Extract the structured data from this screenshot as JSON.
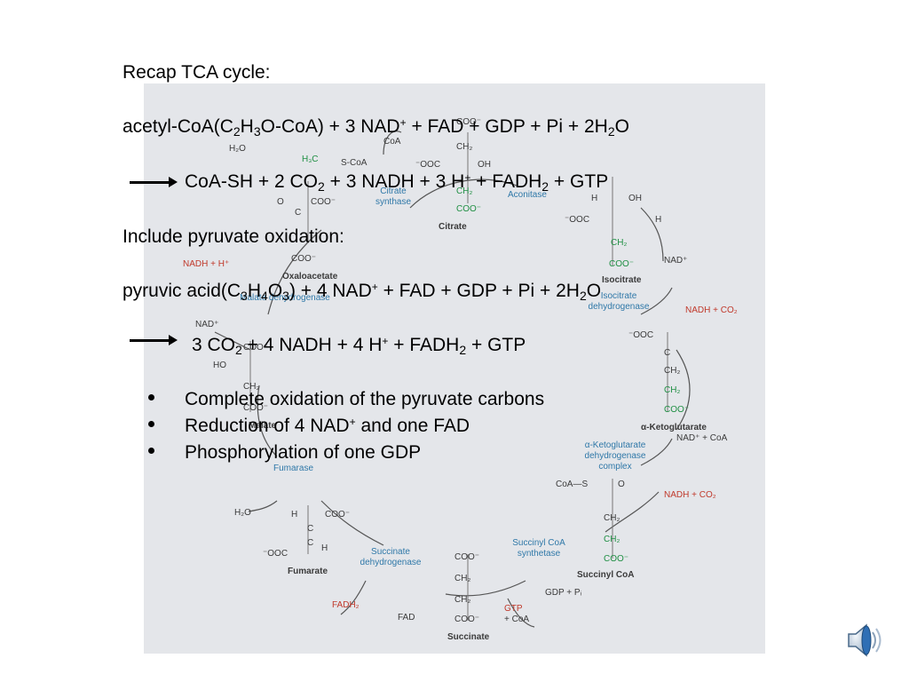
{
  "slide": {
    "title": "Recap TCA cycle:",
    "eq1_reactants": [
      "acetyl-CoA(C",
      "2",
      "H",
      "3",
      "O-CoA) + 3 NAD",
      "+",
      " + FAD + GDP + Pi + 2H",
      "2",
      "O"
    ],
    "eq1_products": [
      "CoA-SH + 2 CO",
      "2",
      " + 3 NADH + 3 H",
      "+",
      " + FADH",
      "2",
      " + GTP"
    ],
    "include": "Include pyruvate oxidation:",
    "eq2_reactants": [
      "pyruvic acid(C",
      "3",
      "H",
      "4",
      "O",
      "3",
      ") + 4 NAD",
      "+",
      " + FAD + GDP + Pi + 2H",
      "2",
      "O"
    ],
    "eq2_products": [
      "3 CO",
      "2",
      " + 4 NADH + 4 H",
      "+",
      " + FADH",
      "2",
      " + GTP"
    ],
    "bullets": [
      [
        "Complete oxidation of the pyruvate carbons"
      ],
      [
        "Reduction of 4 NAD",
        "+",
        " and one FAD"
      ],
      [
        "Phosphorylation of one GDP"
      ]
    ]
  },
  "figure": {
    "compounds": [
      "Citrate",
      "Isocitrate",
      "α-Ketoglutarate",
      "Succinyl CoA",
      "Succinate",
      "Fumarate",
      "Malate",
      "Oxaloacetate"
    ],
    "enzymes": [
      "Citrate synthase",
      "Aconitase",
      "Isocitrate dehydrogenase",
      "α-Ketoglutarate dehydrogenase complex",
      "Succinyl CoA synthetase",
      "Succinate dehydrogenase",
      "Fumarase",
      "Malate dehydrogenase"
    ],
    "cofactors": {
      "nad_plus": "NAD⁺",
      "nadh_co2": "NADH + CO₂",
      "nadh_hplus": "NADH + H⁺",
      "nad_coa": "NAD⁺ + CoA",
      "gdp_pi": "GDP + Pᵢ",
      "gtp": "GTP",
      "coa": "+ CoA",
      "fad": "FAD",
      "fadh2": "FADH₂",
      "h2o": "H₂O",
      "coa_top": "CoA",
      "s_coa": "S-CoA"
    },
    "groups": [
      "COO⁻",
      "CH₂",
      "H₃C",
      "⁻OOC",
      "OH",
      "HO",
      "H",
      "C",
      "O",
      "CoA—S"
    ],
    "colors": {
      "background": "#e4e6ea",
      "enzyme": "#2f78a8",
      "carbon": "#1f8f43",
      "reduced": "#c0392b"
    }
  },
  "audio_icon": "speaker-icon"
}
